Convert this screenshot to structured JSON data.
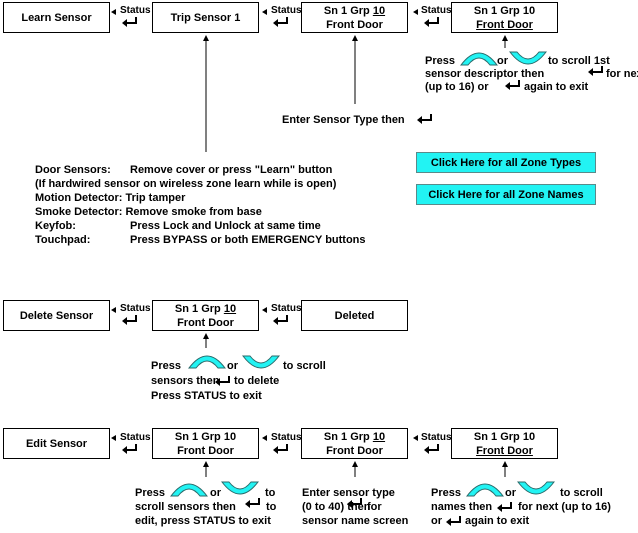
{
  "learn": {
    "box1": "Learn Sensor",
    "box2": "Trip Sensor 1",
    "box3": {
      "line1_pre": "Sn  1   Grp ",
      "line1_grp": "10",
      "line2": "Front Door"
    },
    "box4": {
      "line1": "Sn  1   Grp 10",
      "line2": "Front Door"
    },
    "status_label": "Status",
    "scroll_note": {
      "press": "Press",
      "or": "or",
      "to_scroll": "to scroll 1st",
      "line2a": "sensor descriptor then",
      "line2b": "for next",
      "line3a": "(up to 16) or",
      "line3b": "again to exit"
    },
    "enter_type": "Enter Sensor Type then",
    "instructions": [
      {
        "label": "Door Sensors:",
        "text": "Remove cover or press \"Learn\" button"
      },
      {
        "label": "  (If hardwired sensor on wireless zone learn while is open)",
        "text": ""
      },
      {
        "label": "Motion Detector:",
        "text": "Trip tamper"
      },
      {
        "label": "Smoke Detector:",
        "text": "Remove smoke from base"
      },
      {
        "label": "Keyfob:",
        "text": "Press Lock and Unlock at same time"
      },
      {
        "label": "Touchpad:",
        "text": "Press BYPASS or both EMERGENCY buttons"
      }
    ],
    "btn_zone_types": "Click Here for all Zone Types",
    "btn_zone_names": "Click Here for all Zone Names"
  },
  "delete": {
    "box1": "Delete Sensor",
    "box2": {
      "line1_pre": "Sn  1   Grp ",
      "line1_grp": "10",
      "line2": "Front Door"
    },
    "box3": "Deleted",
    "status_label": "Status",
    "note": {
      "press": "Press",
      "or": "or",
      "to_scroll": "to scroll",
      "line2a": "sensors then",
      "line2b": "to delete",
      "line3": "Press STATUS to exit"
    }
  },
  "edit": {
    "box1": "Edit Sensor",
    "box2": {
      "line1": "Sn  1   Grp 10",
      "line2": "Front Door"
    },
    "box3": {
      "line1_pre": "Sn  1   Grp ",
      "line1_grp": "10",
      "line2": "Front Door"
    },
    "box4": {
      "line1": "Sn  1   Grp 10",
      "line2": "Front Door"
    },
    "status_label": "Status",
    "note1": {
      "press": "Press",
      "or": "or",
      "to": "to",
      "line2a": "scroll sensors then",
      "line2b": "to",
      "line3": "edit, press STATUS to exit"
    },
    "note2": {
      "line1": "Enter sensor type",
      "line2a": "(0 to 40) then",
      "line2b": "for",
      "line3": "sensor name screen"
    },
    "note3": {
      "press": "Press",
      "or": "or",
      "to_scroll": "to scroll",
      "line2a": "names then",
      "line2b": "for next (up to 16)",
      "line3a": "or",
      "line3b": "again to exit"
    }
  },
  "colors": {
    "button_bg": "#22f3f3",
    "arc": "#22f3f3"
  }
}
